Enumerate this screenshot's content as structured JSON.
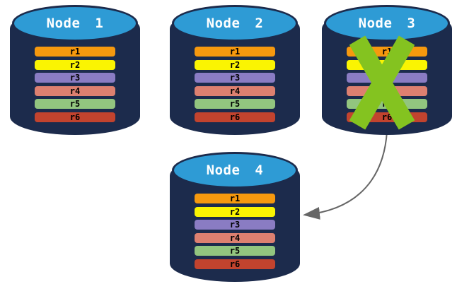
{
  "diagram": {
    "nodes": [
      {
        "label": "Node 1",
        "failed": false
      },
      {
        "label": "Node 2",
        "failed": false
      },
      {
        "label": "Node 3",
        "failed": true
      },
      {
        "label": "Node 4",
        "failed": false
      }
    ],
    "replicas": [
      {
        "label": "r1",
        "color": "#F6990E"
      },
      {
        "label": "r2",
        "color": "#FAF402"
      },
      {
        "label": "r3",
        "color": "#8A7CC3"
      },
      {
        "label": "r4",
        "color": "#DD8070"
      },
      {
        "label": "r5",
        "color": "#92C57F"
      },
      {
        "label": "r6",
        "color": "#C2432E"
      }
    ],
    "colors": {
      "cylinder_body": "#1C2B4C",
      "cylinder_top": "#2E9BD5",
      "fail_x": "#84C320",
      "arrow": "#666666"
    }
  }
}
